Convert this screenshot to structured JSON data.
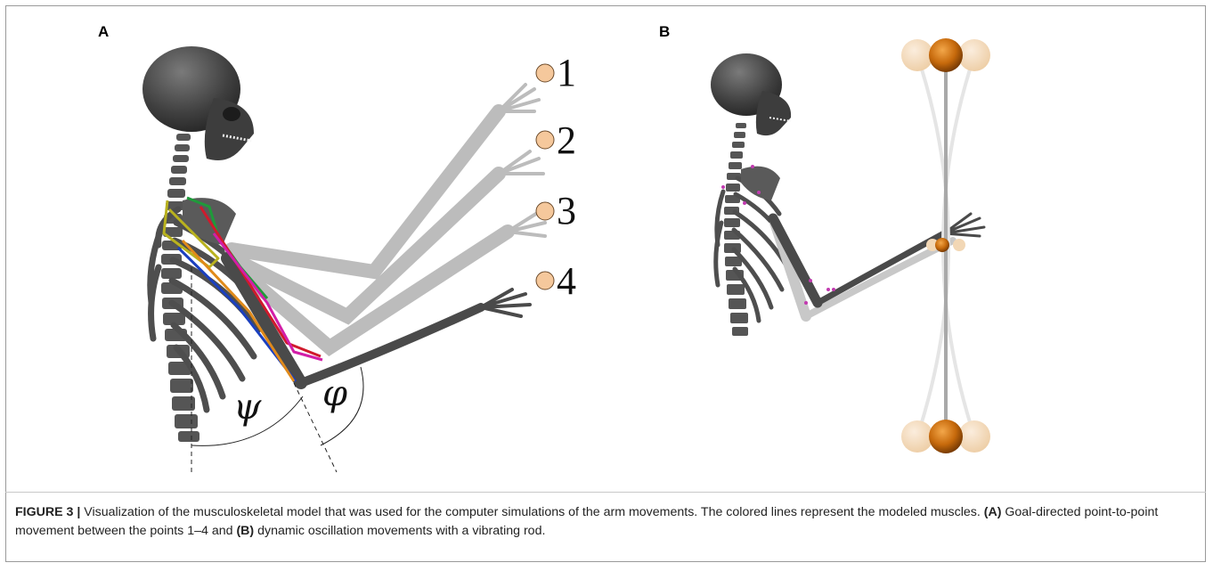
{
  "panels": {
    "a_label": "A",
    "b_label": "B"
  },
  "target_points": [
    "1",
    "2",
    "3",
    "4"
  ],
  "angles": {
    "psi": "ψ",
    "phi": "φ"
  },
  "colors": {
    "bone": "#4a4a4a",
    "ghost_bone": "#b9b9b9",
    "target_fill": "#f5c89c",
    "rod_ball": "#c76a0c",
    "rod_ball_ghost": "#f2d7b5",
    "muscle_yellow": "#b9b21e",
    "muscle_green": "#1f9a3a",
    "muscle_red": "#d01a2c",
    "muscle_magenta": "#d21ea8",
    "muscle_blue": "#1a3fbf",
    "muscle_orange": "#e08a1a"
  },
  "caption": {
    "figure_label": "FIGURE 3 |",
    "text1": " Visualization of the musculoskeletal model that was used for the computer simulations of the arm movements. The colored lines represent the modeled muscles. ",
    "a_ref": "(A)",
    "text2": " Goal-directed point-to-point movement between the points 1–4 and ",
    "b_ref": "(B)",
    "text3": " dynamic oscillation movements with a vibrating rod."
  }
}
